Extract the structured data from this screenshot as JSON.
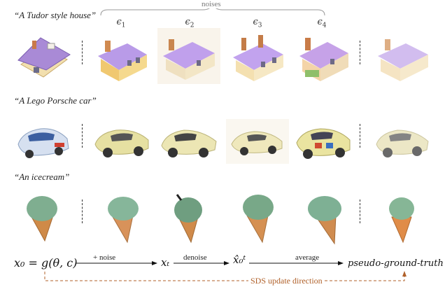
{
  "header": {
    "noises_label": "noises"
  },
  "eps_labels": [
    {
      "sym": "ϵ",
      "sub": "1"
    },
    {
      "sym": "ϵ",
      "sub": "2"
    },
    {
      "sym": "ϵ",
      "sub": "3"
    },
    {
      "sym": "ϵ",
      "sub": "4"
    }
  ],
  "rows": [
    {
      "prompt": "“A Tudor style house”",
      "subject": "house"
    },
    {
      "prompt": "“A Lego Porsche car”",
      "subject": "car"
    },
    {
      "prompt": "“An icecream”",
      "subject": "icecream"
    }
  ],
  "pipeline": {
    "x0_expr": "x₀ = g(θ, c)",
    "noise_label": "+ noise",
    "xt": "xₜ",
    "denoise_label": "denoise",
    "x0hat": "x̂₀ᵗ",
    "average_label": "average",
    "result": "pseudo-ground-truth",
    "sds_label": "SDS update direction"
  },
  "colors": {
    "roof": "#b38be0",
    "wall": "#f0d08a",
    "car": "#e6e0a0",
    "scoop": "#7aa888",
    "cone": "#d08a4a",
    "sds": "#b0612a"
  }
}
